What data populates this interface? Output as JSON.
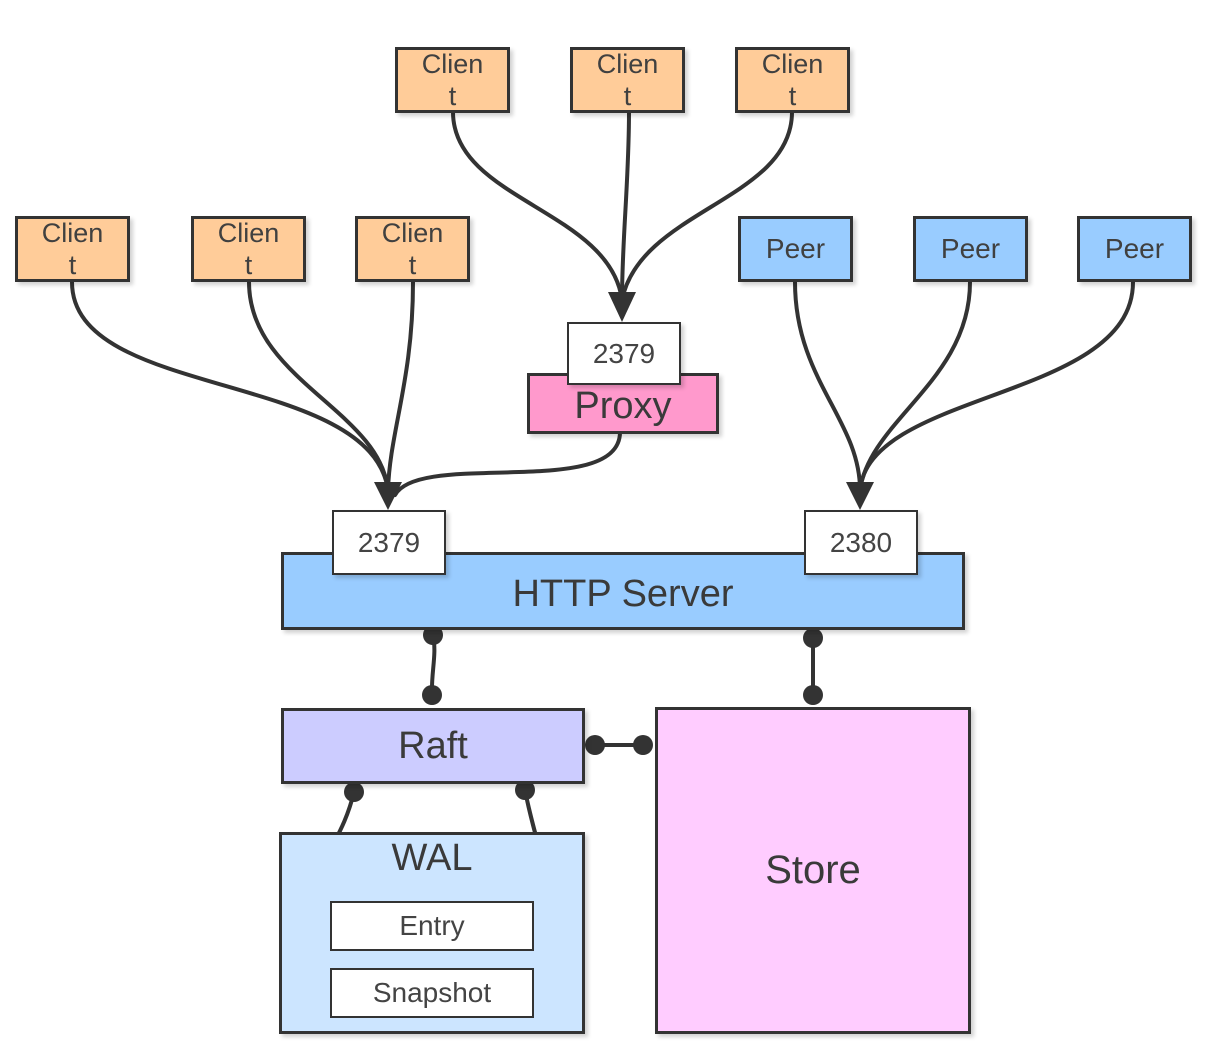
{
  "colors": {
    "client": "#ffcc99",
    "peer": "#99ccff",
    "proxy": "#ff99cc",
    "http_server": "#99ccff",
    "raft": "#ccccff",
    "store": "#ffccff",
    "wal": "#cce5ff",
    "port": "#ffffff",
    "line": "#333333"
  },
  "clients_top": [
    "Client",
    "Client",
    "Client"
  ],
  "clients_left": [
    "Client",
    "Client",
    "Client"
  ],
  "peers": [
    "Peer",
    "Peer",
    "Peer"
  ],
  "proxy": {
    "label": "Proxy",
    "port": "2379"
  },
  "http_server": {
    "label": "HTTP Server",
    "client_port": "2379",
    "peer_port": "2380"
  },
  "raft": {
    "label": "Raft"
  },
  "store": {
    "label": "Store"
  },
  "wal": {
    "label": "WAL",
    "entry": "Entry",
    "snapshot": "Snapshot"
  }
}
